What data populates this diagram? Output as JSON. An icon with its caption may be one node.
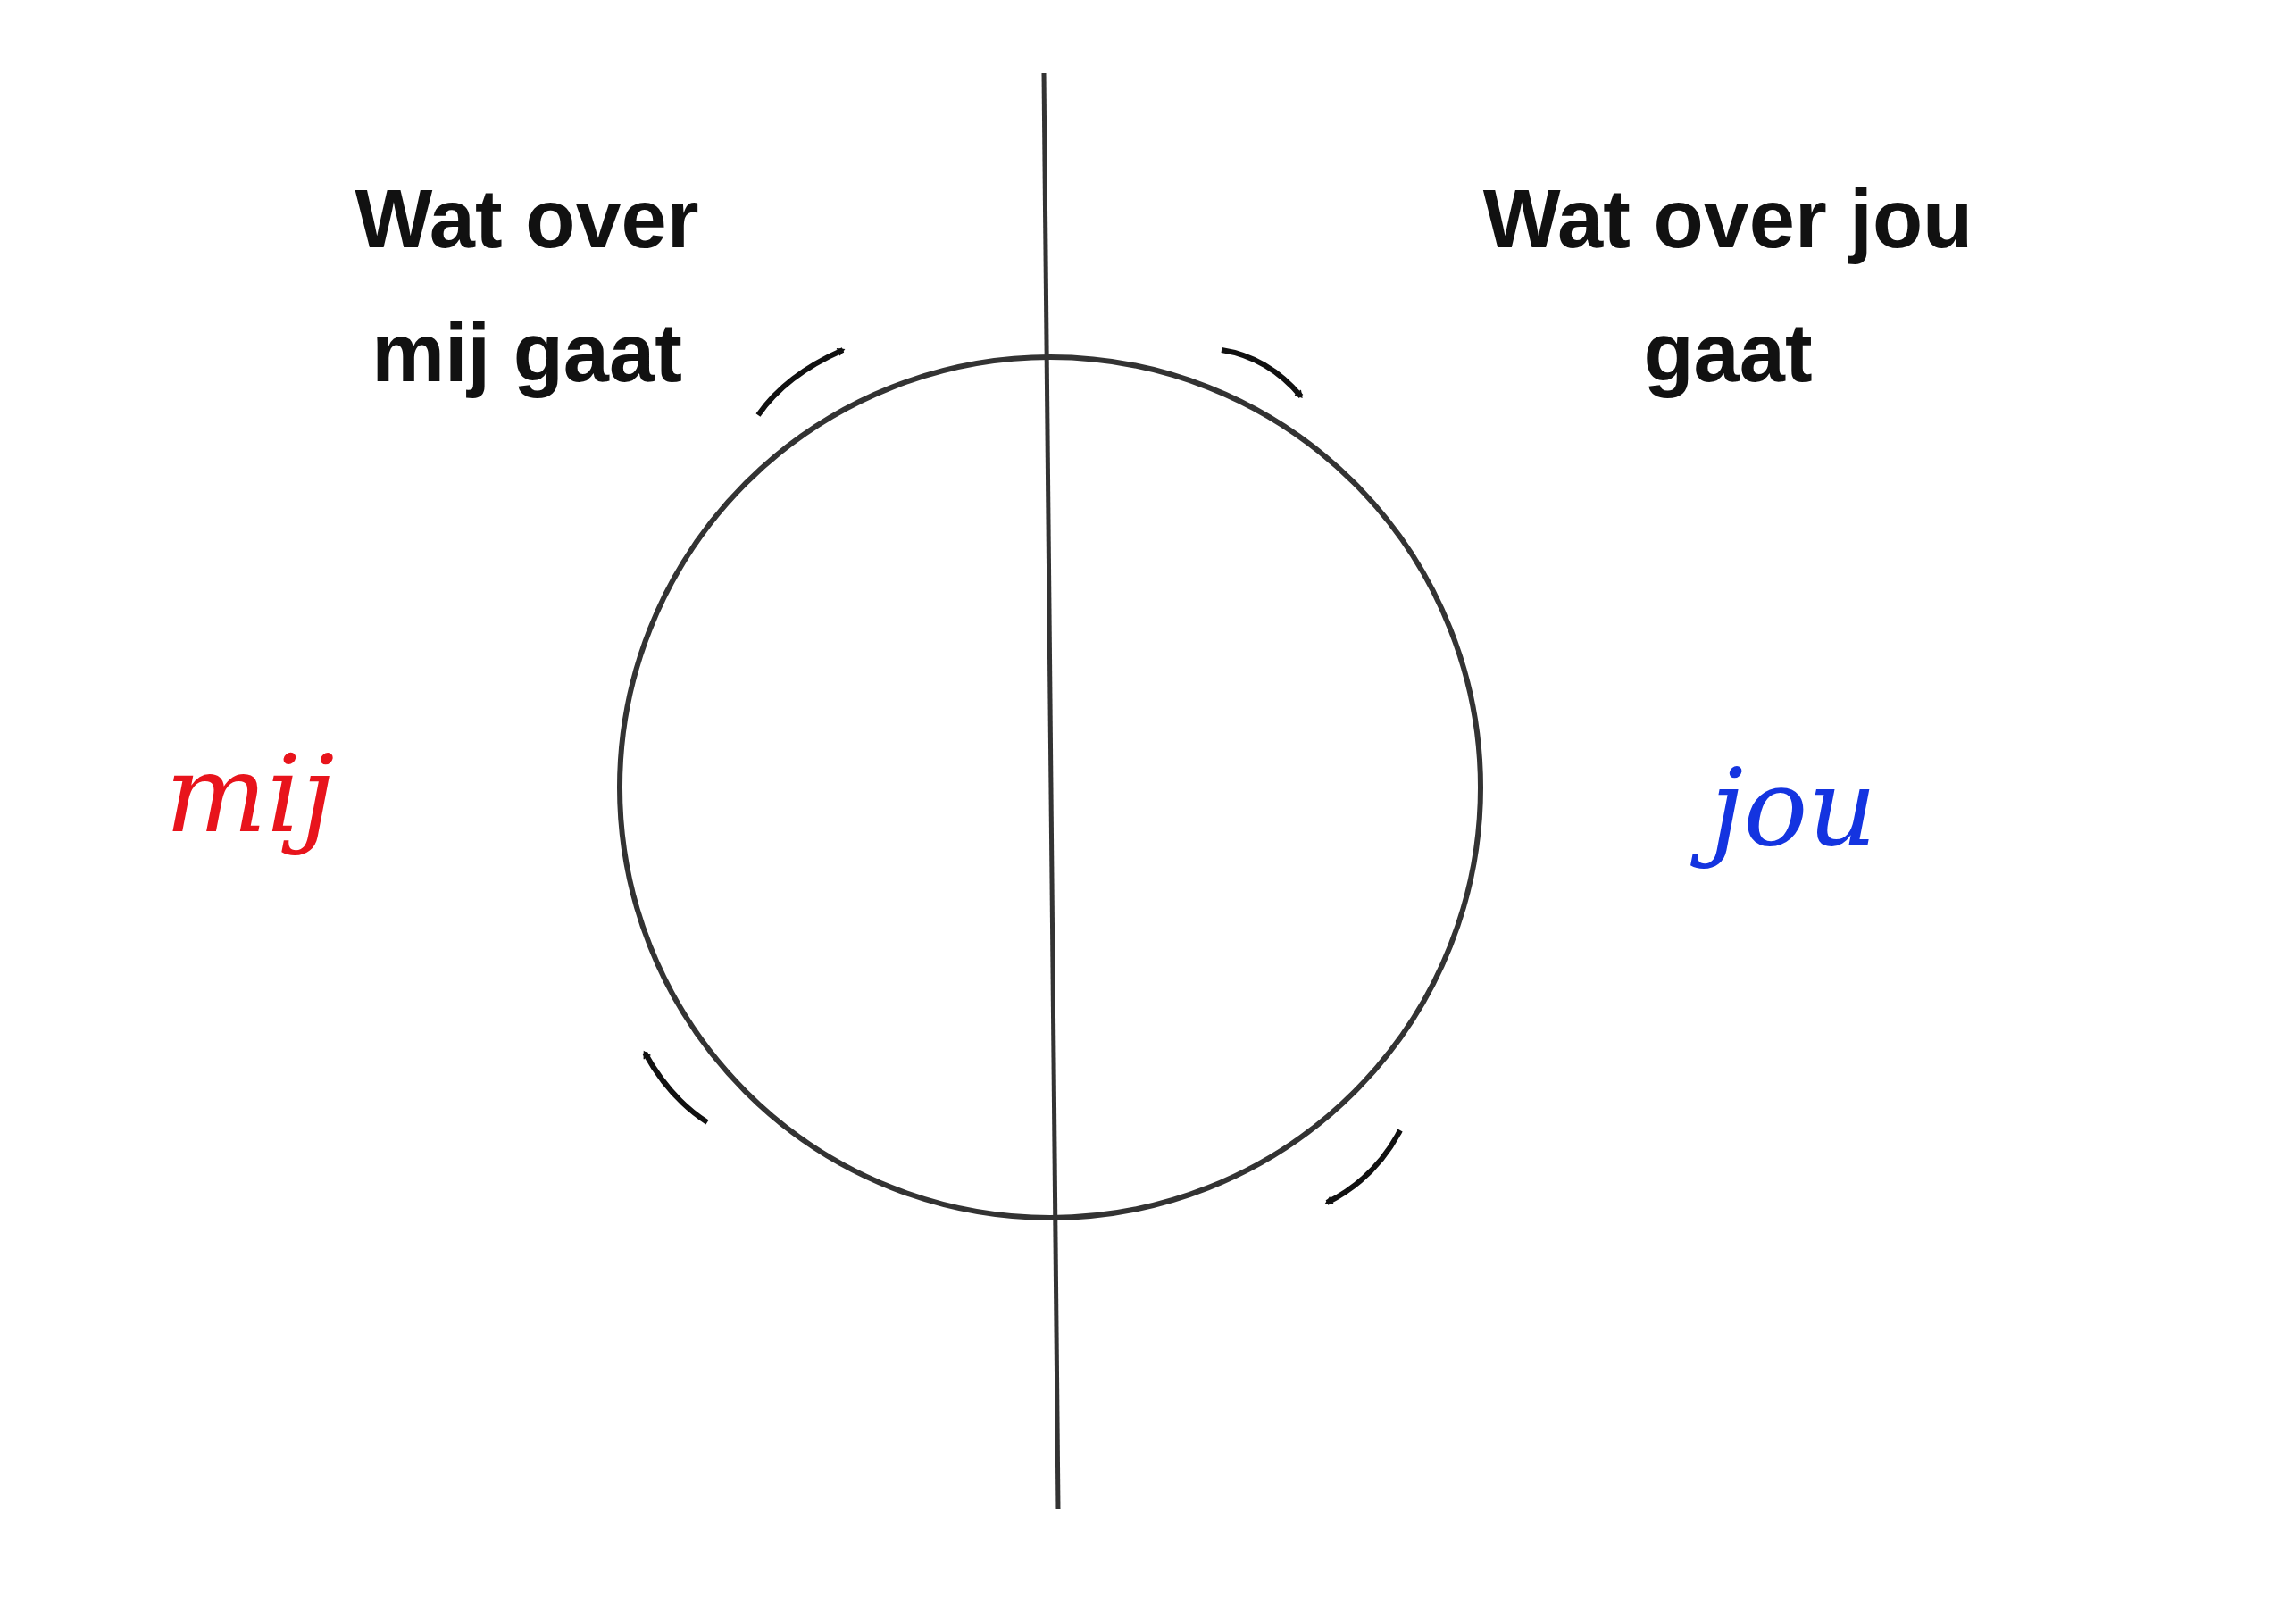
{
  "diagram": {
    "labels": [
      "Wat over mij gaat",
      "Wat over jou gaat",
      "mij",
      "jou"
    ]
  }
}
